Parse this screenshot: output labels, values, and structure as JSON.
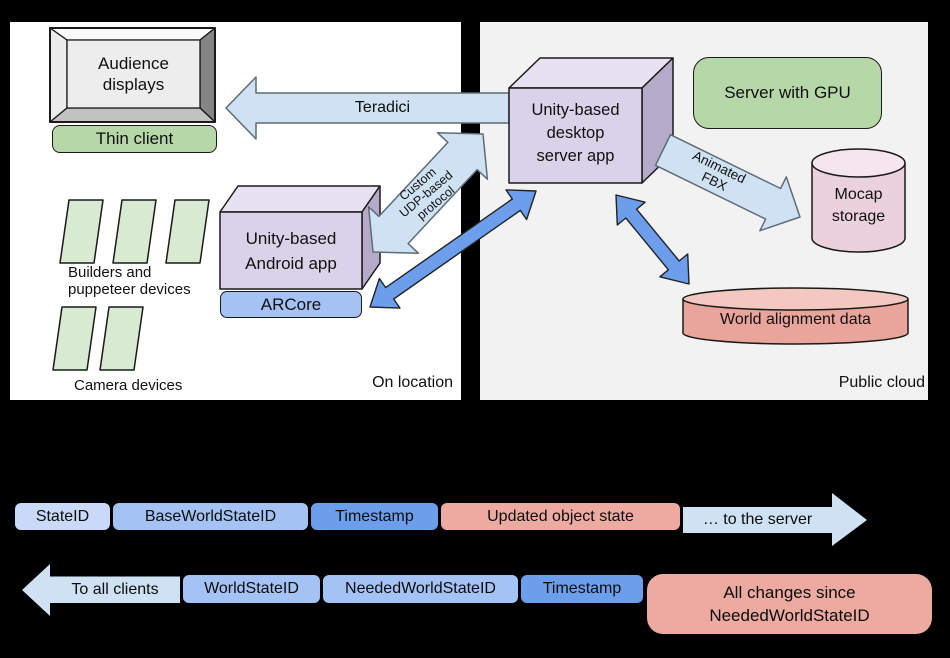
{
  "palette": {
    "light_blue_arrow": "#cfe2f3",
    "pale_blue": "#c9daf8",
    "medium_blue": "#a4c2f4",
    "dark_blue": "#6d9eeb",
    "purple_front": "#d9d2e9",
    "purple_top": "#e7e1f2",
    "purple_side": "#b5abc9",
    "green": "#b6d7a8",
    "pale_green": "#d9ead3",
    "pink_cylinder": "#ead1dc",
    "salmon": "#ecaaa0"
  },
  "on_location": {
    "label": "On location",
    "audience_displays": "Audience\ndisplays",
    "thin_client": "Thin client",
    "builders_label": "Builders and\npuppeteer devices",
    "camera_label": "Camera devices",
    "android_app": "Unity-based\nAndroid app",
    "arcore": "ARCore"
  },
  "public_cloud": {
    "label": "Public cloud",
    "desktop_app": "Unity-based\ndesktop\nserver app",
    "server_gpu": "Server with GPU",
    "mocap_storage": "Mocap\nstorage",
    "world_alignment": "World alignment data"
  },
  "arrows": {
    "teradici": "Teradici",
    "udp_lines": [
      "Custom",
      "UDP-based",
      "protocol"
    ],
    "fbx_lines": [
      "Animated",
      "FBX"
    ],
    "to_server": "… to the server",
    "to_all_clients": "To all clients"
  },
  "messages": {
    "to_server_fields": [
      "StateID",
      "BaseWorldStateID",
      "Timestamp",
      "Updated object state"
    ],
    "to_clients_fields": [
      "WorldStateID",
      "NeededWorldStateID",
      "Timestamp"
    ],
    "to_clients_payload": "All changes since\nNeededWorldStateID"
  }
}
